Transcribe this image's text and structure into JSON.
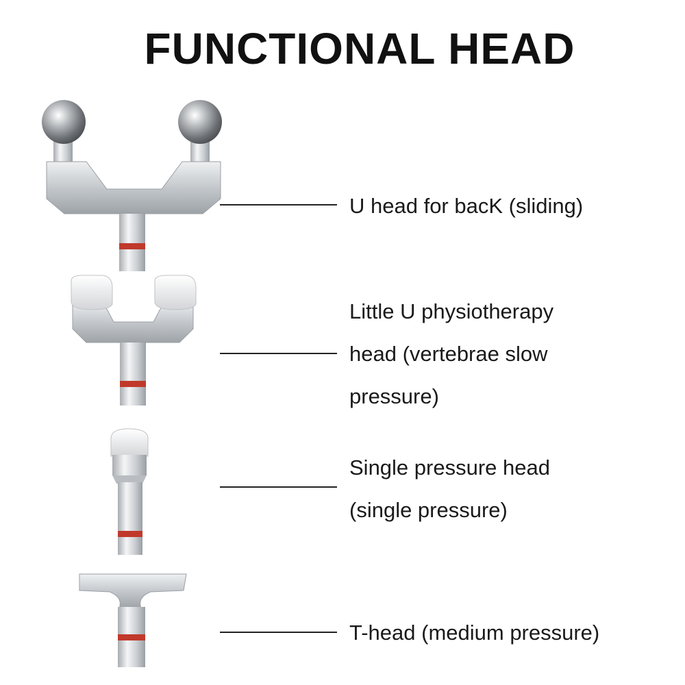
{
  "title": "FUNCTIONAL HEAD",
  "colors": {
    "metal": "#c8ccd0",
    "oring": "#c0392b",
    "silicone": "#e4e4e6"
  },
  "heads": [
    {
      "name": "u-head",
      "lines": [
        "U head for bacK (sliding)"
      ]
    },
    {
      "name": "little-u-head",
      "lines": [
        "Little U physiotherapy",
        "head (vertebrae slow",
        "pressure)"
      ]
    },
    {
      "name": "single-pressure-head",
      "lines": [
        "Single pressure head",
        "(single pressure)"
      ]
    },
    {
      "name": "t-head",
      "lines": [
        "T-head (medium pressure)"
      ]
    }
  ]
}
